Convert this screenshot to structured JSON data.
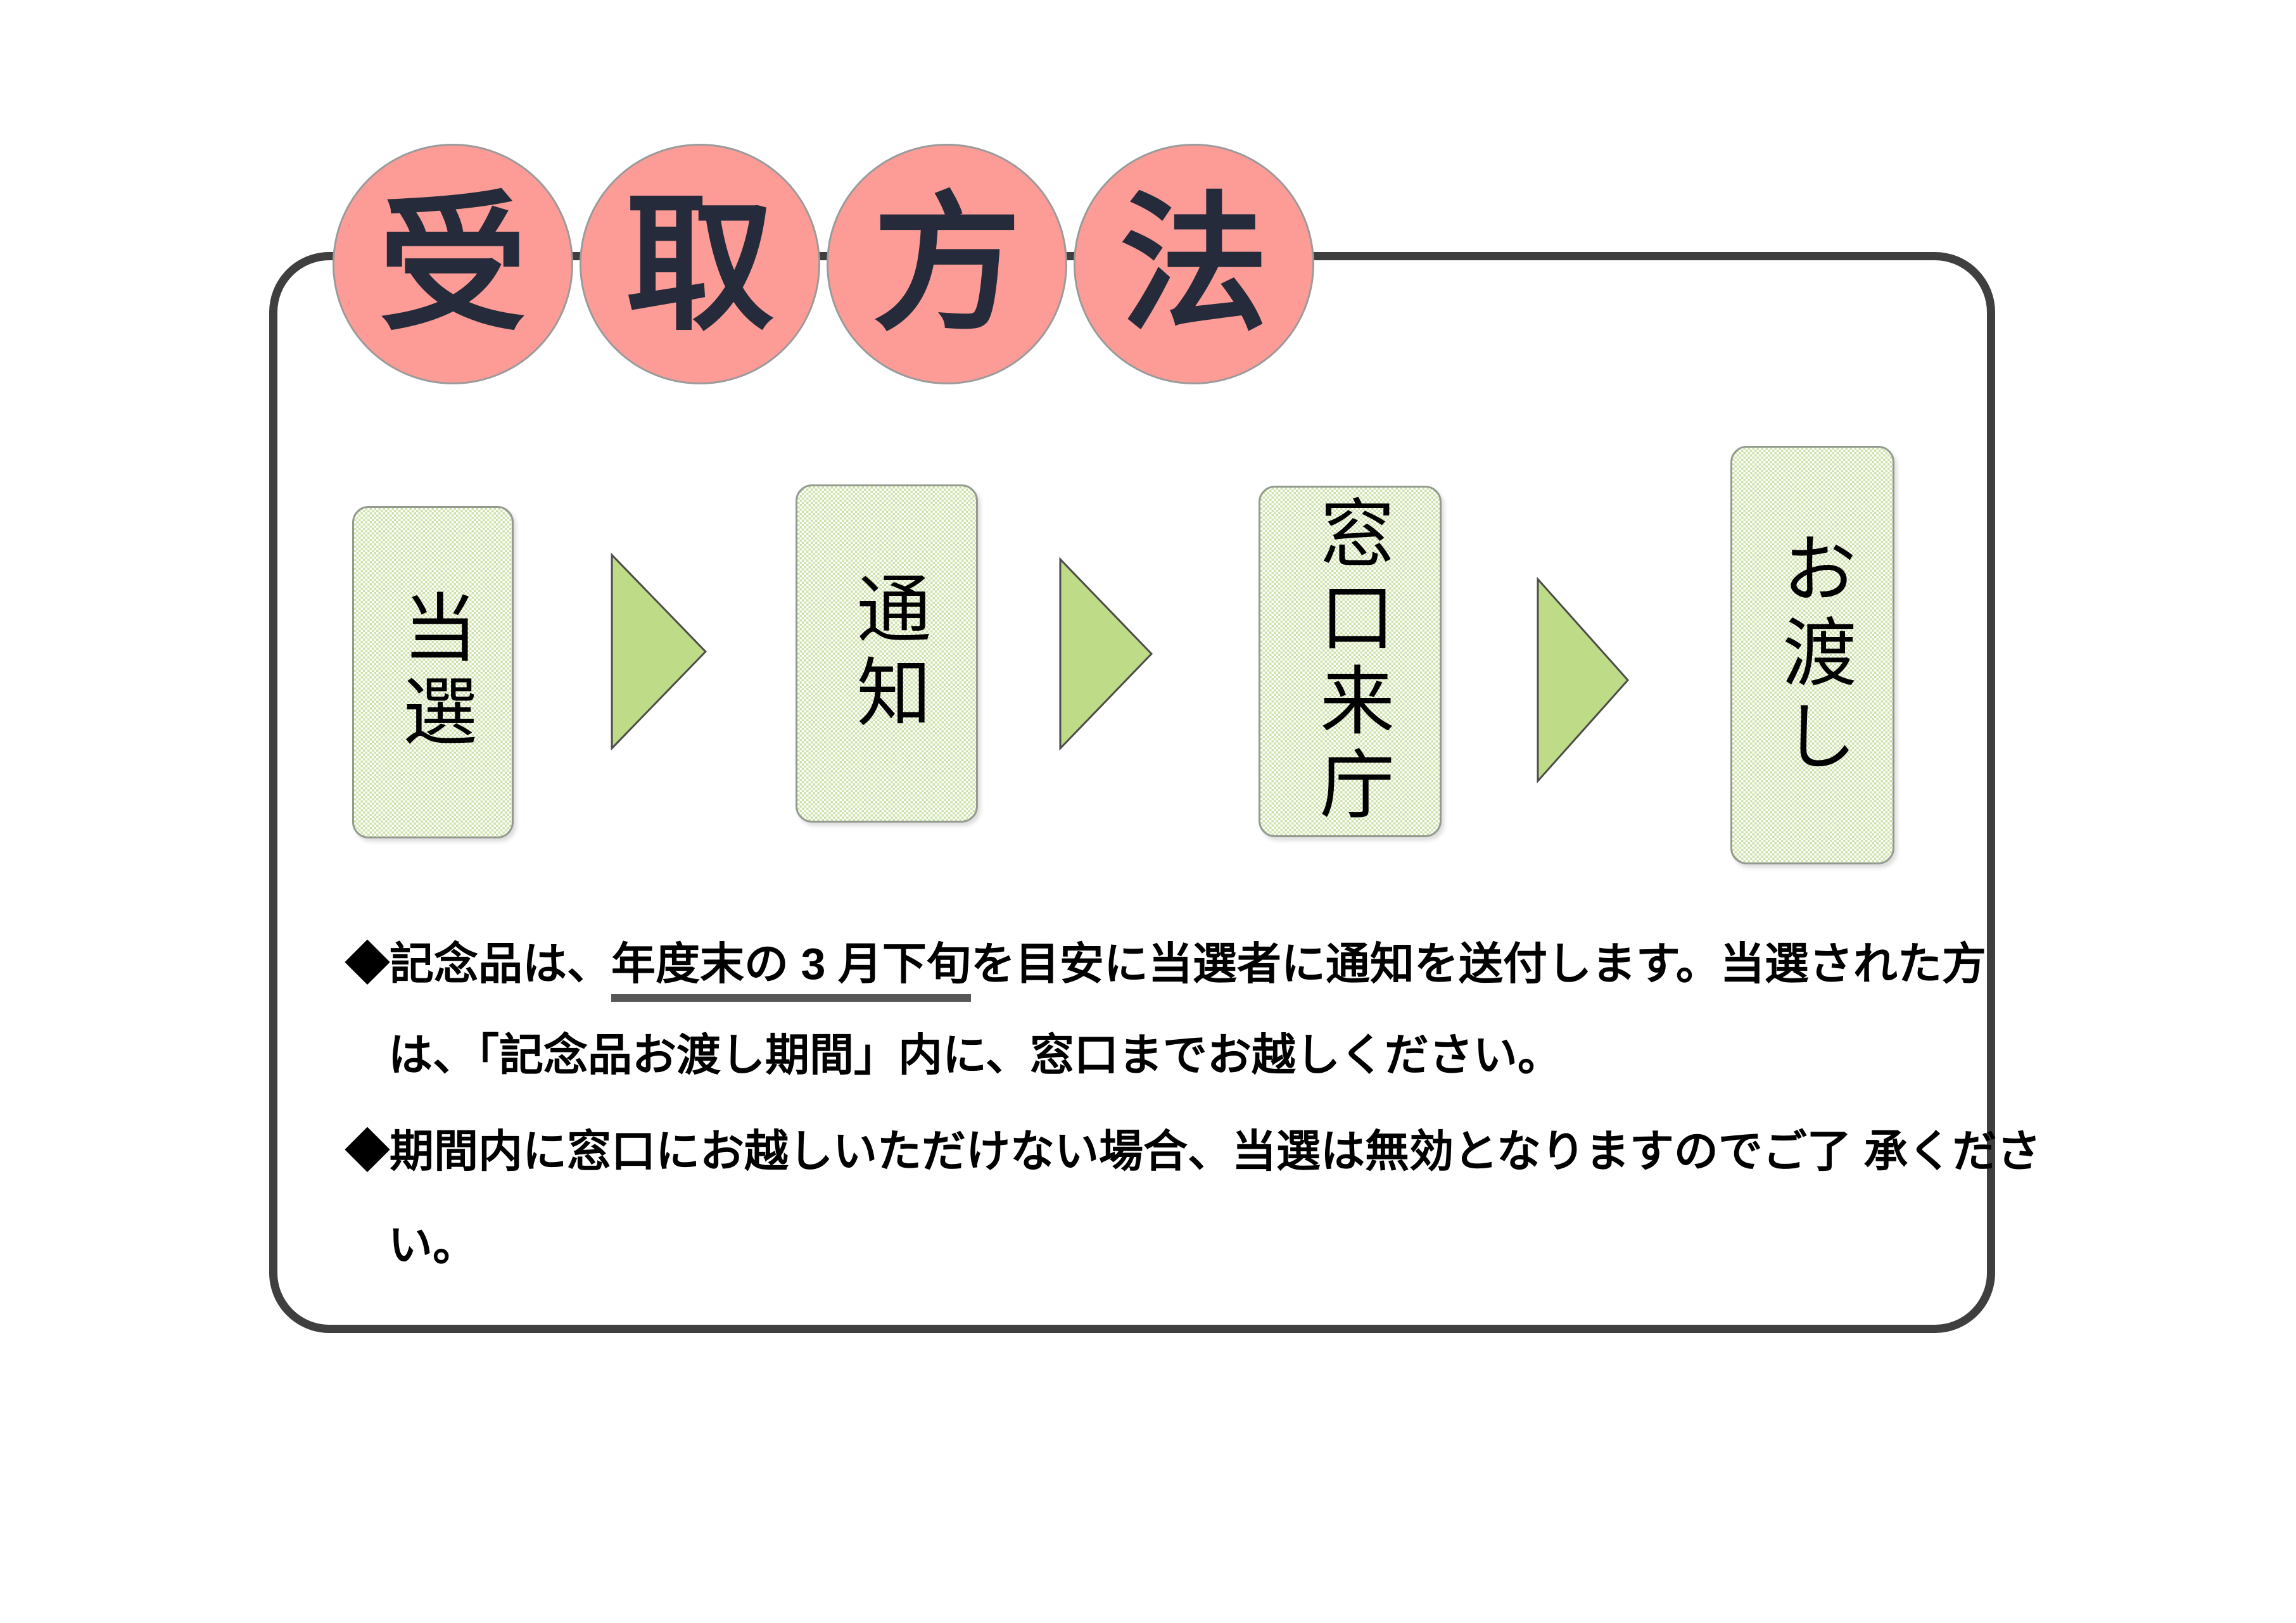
{
  "colors": {
    "circle_fill": "#fd9c97",
    "circle_border": "#9b9b9b",
    "circle_text": "#252b3b",
    "panel_border": "#3f3f3f",
    "box_border": "#939b8f",
    "box_pattern_green": "#cce2a8",
    "box_text": "#000000",
    "arrow_fill": "#bedc87",
    "arrow_stroke": "#4c4c4c",
    "body_text": "#000000",
    "underline": "#575757"
  },
  "document": {
    "title": {
      "characters": [
        "受",
        "取",
        "方",
        "法"
      ]
    },
    "flow_steps": [
      {
        "label": "当選"
      },
      {
        "label": "通知"
      },
      {
        "label": "窓口来庁"
      },
      {
        "label": "お渡し"
      }
    ],
    "arrow_direction": "right",
    "notes": [
      {
        "marker": "◆",
        "line1_pre": "記念品は、",
        "line1_underlined": "年度末の 3 月下旬",
        "line1_post": "を目安に当選者に通知を送付します。当選された方",
        "line2": "は、「記念品お渡し期間」内に、窓口までお越しください。"
      },
      {
        "marker": "◆",
        "line1": "期間内に窓口にお越しいただけない場合、当選は無効となりますのでご了 承くださ",
        "line2": "い。"
      }
    ]
  }
}
